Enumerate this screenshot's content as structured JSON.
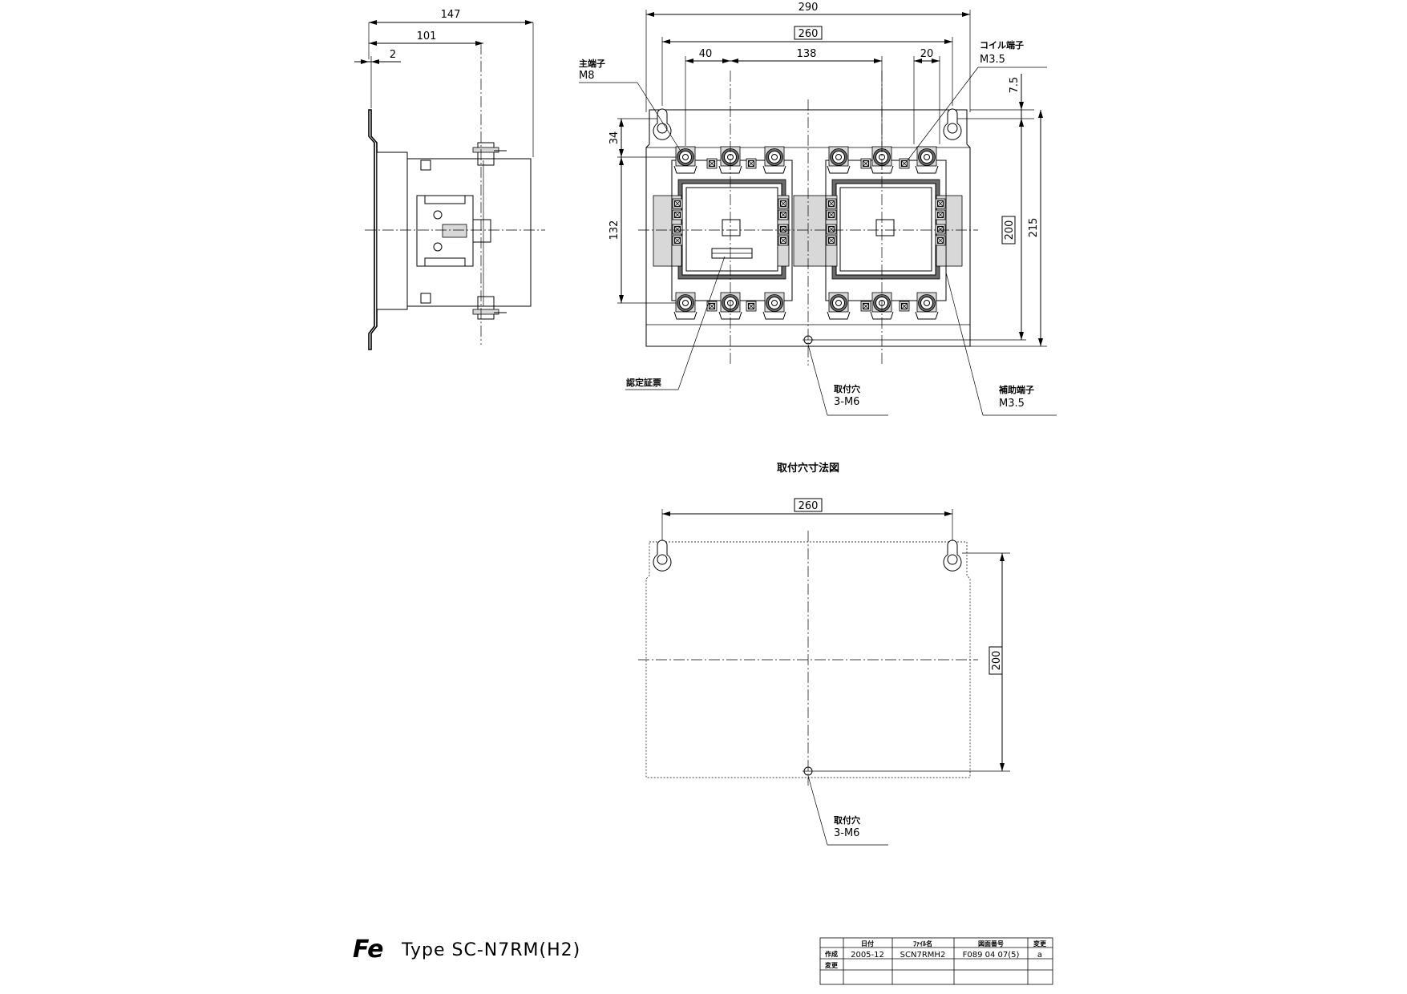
{
  "side_view": {
    "dims": {
      "overall": "147",
      "to_centre": "101",
      "plate": "2"
    }
  },
  "front_view": {
    "dims": {
      "width_overall": "290",
      "hole_pitch": "260",
      "terminal_offset": "40",
      "terminal_span": "138",
      "coil_offset": "20",
      "top_margin": "7.5",
      "terminal_top": "34",
      "terminal_pitch": "132",
      "hole_height": "200",
      "height_overall": "215"
    },
    "callouts": {
      "main_terminal": [
        "主端子",
        "M8"
      ],
      "coil_terminal": [
        "コイル端子",
        "M3.5"
      ],
      "cert_label": "認定証票",
      "mount_hole": [
        "取付穴",
        "3-M6"
      ],
      "aux_terminal": [
        "補助端子",
        "M3.5"
      ]
    }
  },
  "hole_view": {
    "title": "取付穴寸法図",
    "dims": {
      "hole_pitch": "260",
      "hole_height": "200"
    },
    "callout": [
      "取付穴",
      "3-M6"
    ]
  },
  "footer": {
    "logo": "Fe",
    "type_label": "Type SC-N7RM(H2)"
  },
  "title_block": {
    "headers": [
      "",
      "日付",
      "ﾌｧｲﾙ名",
      "図面番号",
      "変更"
    ],
    "rows": [
      [
        "作成",
        "2005-12",
        "SCN7RMH2",
        "F089 04 07(5)",
        "a"
      ],
      [
        "変更",
        "",
        "",
        "",
        ""
      ],
      [
        "",
        "",
        "",
        "",
        ""
      ]
    ]
  }
}
